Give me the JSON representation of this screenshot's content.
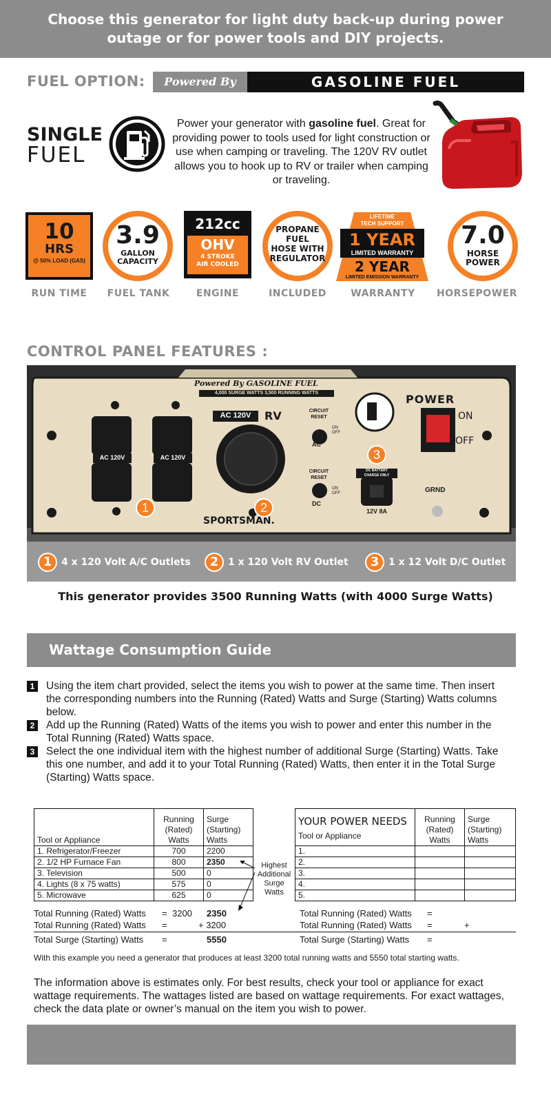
{
  "banner": {
    "line1": "Choose this generator for light duty back-up during power",
    "line2": "outage or for power tools and DIY projects."
  },
  "fuel_option": {
    "label": "FUEL OPTION:",
    "powered_by": "Powered By",
    "fuel_type": "GASOLINE FUEL"
  },
  "single_fuel": {
    "line1": "SINGLE",
    "line2": "FUEL",
    "icon": "gas-pump-icon"
  },
  "description": {
    "pre": "Power your generator with ",
    "bold": "gasoline fuel",
    "post": ". Great for providing power to tools used for light construction or use when camping or traveling. The 120V RV outlet allows you to hook up to RV or trailer when camping or traveling."
  },
  "badges": {
    "runtime": {
      "big": "10",
      "mid": "HRS",
      "small": "@ 50% LOAD (GAS)",
      "label": "RUN TIME"
    },
    "tank": {
      "big": "3.9",
      "line1": "GALLON",
      "line2": "CAPACITY",
      "label": "FUEL TANK"
    },
    "engine": {
      "cc": "212cc",
      "ohv": "OHV",
      "line1": "4 STROKE",
      "line2": "AIR COOLED",
      "label": "ENGINE"
    },
    "included": {
      "line1": "PROPANE",
      "line2": "FUEL",
      "line3": "HOSE WITH",
      "line4": "REGULATOR",
      "label": "INCLUDED"
    },
    "warranty": {
      "top1": "LIFETIME",
      "top2": "TECH SUPPORT",
      "year1": "1 YEAR",
      "ltd": "LIMITED WARRANTY",
      "year2": "2 YEAR",
      "emission": "LIMITED EMISSION WARRANTY",
      "label": "WARRANTY"
    },
    "hp": {
      "big": "7.0",
      "line1": "HORSE",
      "line2": "POWER",
      "label": "HORSEPOWER"
    }
  },
  "control_panel": {
    "title": "CONTROL PANEL FEATURES :",
    "panel": {
      "header": "Powered By GASOLINE FUEL",
      "subheader": "4,000 SURGE WATTS   3,500 RUNNING WATTS",
      "ac_left": "AC 120V",
      "ac_right": "AC 120V",
      "rv_label_box": "AC 120V",
      "rv_label": "RV",
      "circuit_reset_1": "CIRCUIT",
      "circuit_reset_2": "RESET",
      "on": "ON",
      "off": "OFF",
      "ac": "AC",
      "dc": "DC",
      "dc_charge_1": "DC BATTERY",
      "dc_charge_2": "CHARGE ONLY",
      "dc_rating": "12V 8A",
      "power": "POWER",
      "switch_on": "ON",
      "switch_off": "OFF",
      "grnd": "GRND",
      "brand": "SPORTSMAN.",
      "marker1": "1",
      "marker2": "2",
      "marker3": "3"
    },
    "callouts": [
      {
        "num": "1",
        "text": "4 x 120 Volt A/C Outlets"
      },
      {
        "num": "2",
        "text": "1 x 120 Volt RV Outlet"
      },
      {
        "num": "3",
        "text": "1 x 12 Volt D/C Outlet"
      }
    ],
    "running_note": "This generator provides 3500 Running Watts (with 4000 Surge Watts)"
  },
  "wattage_guide": {
    "title": "Wattage Consumption Guide",
    "steps": [
      {
        "num": "1",
        "text": "Using the item chart provided, select the items you wish to power at the same time. Then insert the corresponding numbers into the Running (Rated) Watts and Surge (Starting) Watts columns below."
      },
      {
        "num": "2",
        "text": "Add up the Running (Rated) Watts of the items you wish to power and enter this number in the Total Running (Rated) Watts space."
      },
      {
        "num": "3",
        "text": "Select the one individual item with the highest number of additional Surge (Starting) Watts. Take this one number, and add it to your Total Running (Rated) Watts, then enter it in the Total Surge (Starting) Watts space."
      }
    ],
    "example_table": {
      "col_tool": "Tool or Appliance",
      "col_running": "Running (Rated) Watts",
      "col_running_l1": "Running",
      "col_running_l2": "(Rated)",
      "col_running_l3": "Watts",
      "col_surge_l1": "Surge",
      "col_surge_l2": "(Starting)",
      "col_surge_l3": "Watts",
      "rows": [
        {
          "item": "1. Refrigerator/Freezer",
          "running": "700",
          "surge": "2200"
        },
        {
          "item": "2. 1/2 HP Furnace Fan",
          "running": "800",
          "surge": "2350"
        },
        {
          "item": "3. Television",
          "running": "500",
          "surge": "0"
        },
        {
          "item": "4. Lights (8 x 75 watts)",
          "running": "575",
          "surge": "0"
        },
        {
          "item": "5. Microwave",
          "running": "625",
          "surge": "0"
        }
      ]
    },
    "highest_note": {
      "l1": "Highest",
      "l2": "Additional",
      "l3": "Surge",
      "l4": "Watts"
    },
    "your_table": {
      "title": "YOUR POWER NEEDS",
      "col_tool": "Tool or Appliance",
      "rows": [
        "1.",
        "2.",
        "3.",
        "4.",
        "5."
      ]
    },
    "example_totals": {
      "row1_label": "Total Running (Rated) Watts",
      "row1_eq": "=",
      "row1_val": "3200",
      "row1_surge": "2350",
      "row2_label": "Total Running (Rated) Watts",
      "row2_eq": "=",
      "row2_val": "+ 3200",
      "row3_label": "Total Surge (Starting) Watts",
      "row3_eq": "=",
      "row3_val": "5550"
    },
    "your_totals": {
      "row1_label": "Total Running (Rated) Watts",
      "row1_eq": "=",
      "row2_label": "Total Running (Rated) Watts",
      "row2_eq": "=",
      "row2_plus": "+",
      "row3_label": "Total Surge (Starting) Watts",
      "row3_eq": "="
    },
    "example_note": "With this example you need a generator that produces at least 3200 total running watts and 5550 total starting watts.",
    "info_note": "The information above is estimates only.  For best results, check your tool or appliance for exact wattage requirements. The wattages listed are based on wattage requirements. For exact wattages, check the data plate or owner’s manual on the item you wish to power."
  },
  "colors": {
    "accent_orange": "#f58025",
    "banner_gray": "#8c8c8c",
    "dark": "#111111",
    "panel_beige": "#e8dcc3",
    "gas_can_red": "#c8171d"
  }
}
